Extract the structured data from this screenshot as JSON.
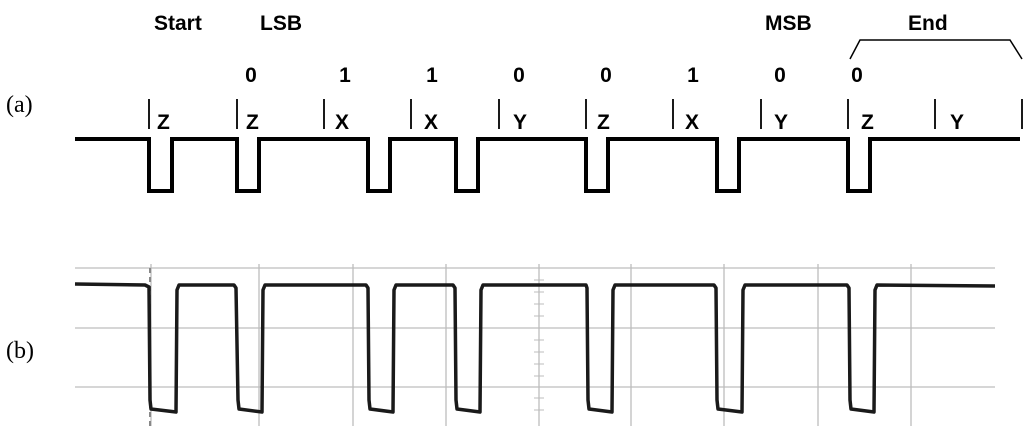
{
  "labels": {
    "start": "Start",
    "lsb": "LSB",
    "msb": "MSB",
    "end": "End",
    "panel_a": "(a)",
    "panel_b": "(b)"
  },
  "bits": [
    "0",
    "1",
    "1",
    "0",
    "0",
    "1",
    "0",
    "0"
  ],
  "symbols": [
    "Z",
    "Z",
    "X",
    "X",
    "Y",
    "Z",
    "X",
    "Y",
    "Z",
    "Y"
  ]
}
